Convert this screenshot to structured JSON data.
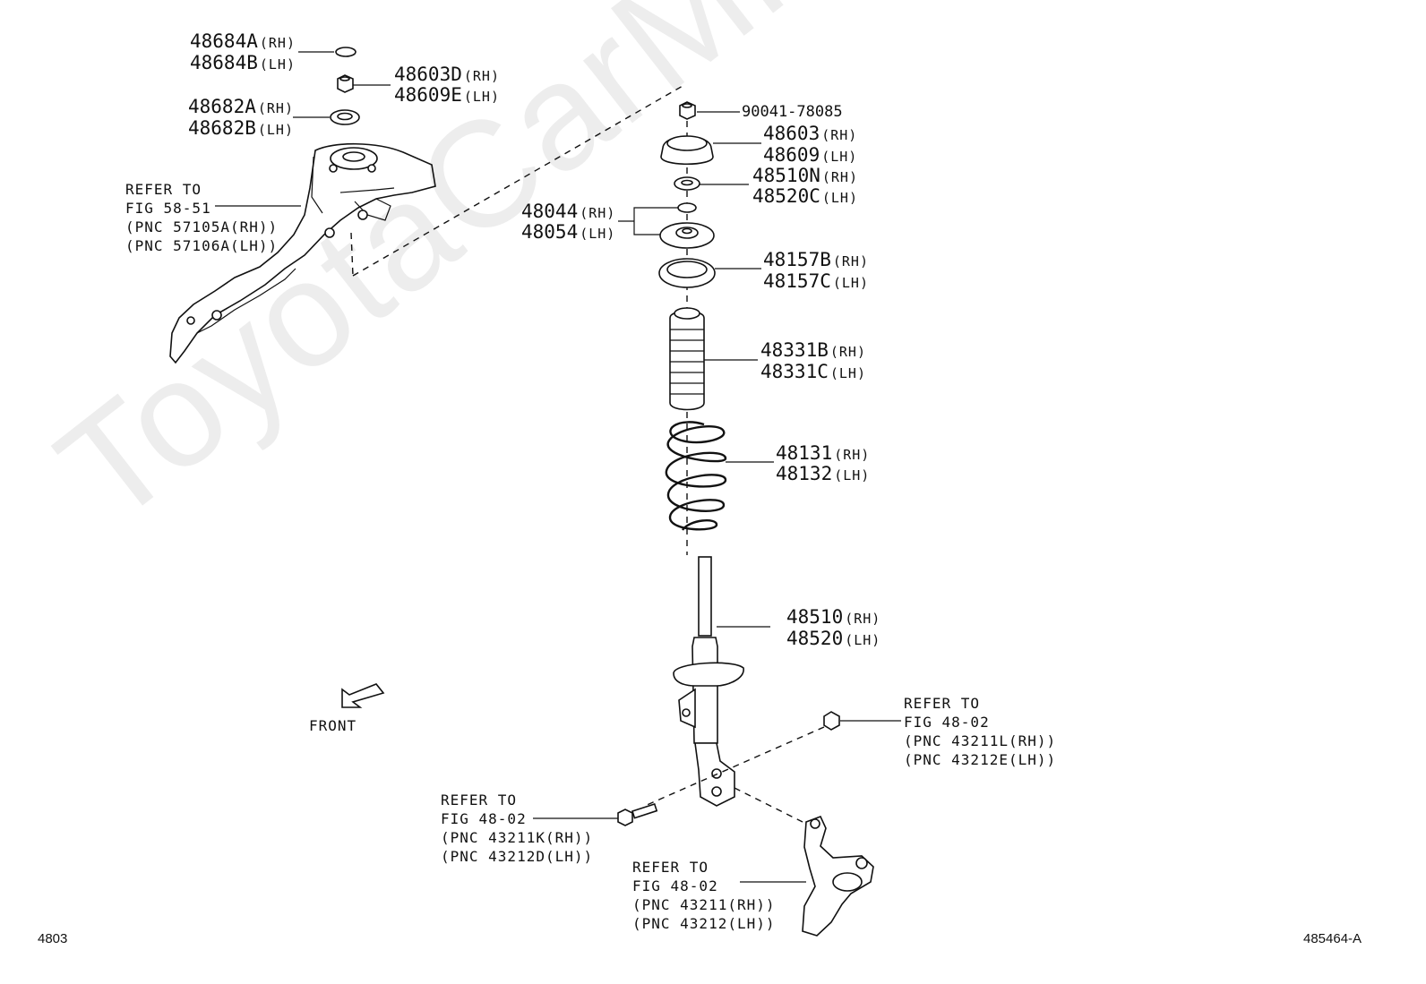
{
  "watermark": "ToyotaCarMine.ru",
  "fig_code": "4803",
  "illustration_id": "485464-A",
  "front_label": "FRONT",
  "callouts": [
    {
      "id": "c1",
      "lines": [
        {
          "part": "48684A",
          "side": "(RH)"
        },
        {
          "part": "48684B",
          "side": "(LH)"
        }
      ]
    },
    {
      "id": "c2",
      "lines": [
        {
          "part": "48603D",
          "side": "(RH)"
        },
        {
          "part": "48609E",
          "side": "(LH)"
        }
      ]
    },
    {
      "id": "c3",
      "lines": [
        {
          "part": "48682A",
          "side": "(RH)"
        },
        {
          "part": "48682B",
          "side": "(LH)"
        }
      ]
    },
    {
      "id": "c4",
      "lines": [
        {
          "part": "90041-78085",
          "side": ""
        }
      ]
    },
    {
      "id": "c5",
      "lines": [
        {
          "part": "48603",
          "side": "(RH)"
        },
        {
          "part": "48609",
          "side": "(LH)"
        }
      ]
    },
    {
      "id": "c6",
      "lines": [
        {
          "part": "48510N",
          "side": "(RH)"
        },
        {
          "part": "48520C",
          "side": "(LH)"
        }
      ]
    },
    {
      "id": "c7",
      "lines": [
        {
          "part": "48044",
          "side": "(RH)"
        },
        {
          "part": "48054",
          "side": "(LH)"
        }
      ]
    },
    {
      "id": "c8",
      "lines": [
        {
          "part": "48157B",
          "side": "(RH)"
        },
        {
          "part": "48157C",
          "side": "(LH)"
        }
      ]
    },
    {
      "id": "c9",
      "lines": [
        {
          "part": "48331B",
          "side": "(RH)"
        },
        {
          "part": "48331C",
          "side": "(LH)"
        }
      ]
    },
    {
      "id": "c10",
      "lines": [
        {
          "part": "48131",
          "side": "(RH)"
        },
        {
          "part": "48132",
          "side": "(LH)"
        }
      ]
    },
    {
      "id": "c11",
      "lines": [
        {
          "part": "48510",
          "side": "(RH)"
        },
        {
          "part": "48520",
          "side": "(LH)"
        }
      ]
    }
  ],
  "references": [
    {
      "id": "r1",
      "text": "REFER TO\nFIG 58-51\n(PNC 57105A(RH))\n(PNC 57106A(LH))"
    },
    {
      "id": "r2",
      "text": "REFER TO\nFIG 48-02\n(PNC 43211L(RH))\n(PNC 43212E(LH))"
    },
    {
      "id": "r3",
      "text": "REFER TO\nFIG 48-02\n(PNC 43211K(RH))\n(PNC 43212D(LH))"
    },
    {
      "id": "r4",
      "text": "REFER TO\nFIG 48-02\n(PNC 43211(RH))\n(PNC 43212(LH))"
    }
  ]
}
